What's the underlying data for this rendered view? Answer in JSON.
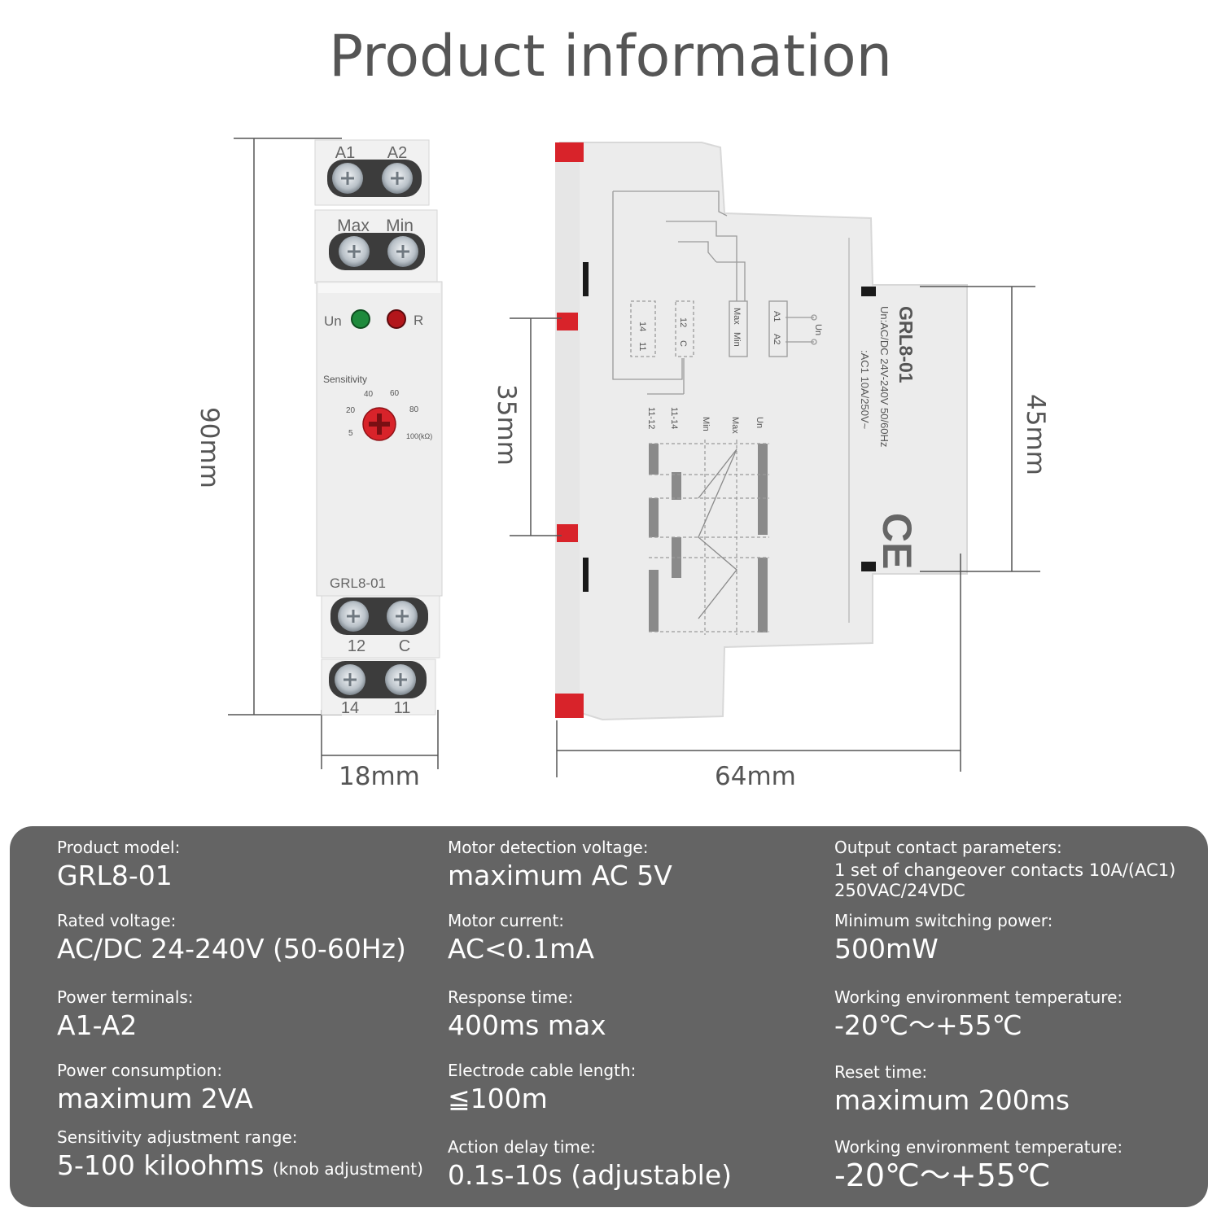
{
  "title": "Product information",
  "dimensions": {
    "height": "90mm",
    "width": "18mm",
    "rail_spacing": "35mm",
    "depth": "64mm",
    "front_height": "45mm"
  },
  "device_front": {
    "terminals_top": [
      "A1",
      "A2"
    ],
    "terminals_mid": [
      "Max",
      "Min"
    ],
    "led_un": "Un",
    "led_r": "R",
    "knob_label": "Sensitivity",
    "knob_scale": [
      "5",
      "20",
      "40",
      "60",
      "80",
      "100(kΩ)"
    ],
    "model": "GRL8-01",
    "terminals_bottom_1": [
      "12",
      "C"
    ],
    "terminals_bottom_2": [
      "14",
      "11"
    ]
  },
  "device_side": {
    "model": "GRL8-01",
    "voltage": "Un:AC/DC 24V-240V 50/60Hz",
    "contact": ":AC1 10A/250V~",
    "ce": "CE",
    "diagram_labels": [
      "14",
      "11",
      "12",
      "C",
      "Max",
      "Min",
      "A1",
      "A2",
      "Un"
    ],
    "timing_labels": [
      "11-12",
      "11-14",
      "Min",
      "Max",
      "Un"
    ]
  },
  "specs": {
    "col1": [
      {
        "label": "Product model:",
        "value": "GRL8-01"
      },
      {
        "label": "Rated voltage:",
        "value": "AC/DC 24-240V (50-60Hz)"
      },
      {
        "label": "Power terminals:",
        "value": "A1-A2"
      },
      {
        "label": "Power consumption:",
        "value": "maximum 2VA"
      },
      {
        "label": "Sensitivity adjustment range:",
        "value": "5-100 kiloohms",
        "note": "(knob adjustment)"
      }
    ],
    "col2": [
      {
        "label": "Motor detection voltage:",
        "value": "maximum AC 5V"
      },
      {
        "label": "Motor current:",
        "value": "AC<0.1mA"
      },
      {
        "label": "Response time:",
        "value": "400ms max"
      },
      {
        "label": "Electrode cable length:",
        "value": "≦100m"
      },
      {
        "label": "Action delay time:",
        "value": "0.1s-10s (adjustable)"
      }
    ],
    "col3": [
      {
        "label": "Output contact parameters:",
        "value": "1 set of changeover contacts 10A/(AC1) 250VAC/24VDC"
      },
      {
        "label": "Minimum switching power:",
        "value": "500mW"
      },
      {
        "label": "Working environment temperature:",
        "value": "-20℃～+55℃"
      },
      {
        "label": "Reset time:",
        "value": "maximum 200ms"
      },
      {
        "label": "Working environment temperature:",
        "value": "-20℃～+55℃"
      }
    ]
  },
  "colors": {
    "panel": "#646464",
    "led_green": "#1e8a3c",
    "led_red": "#b3161b",
    "knob_red": "#d8232a",
    "din_clip_red": "#d8232a",
    "body_grey": "#efefef"
  }
}
